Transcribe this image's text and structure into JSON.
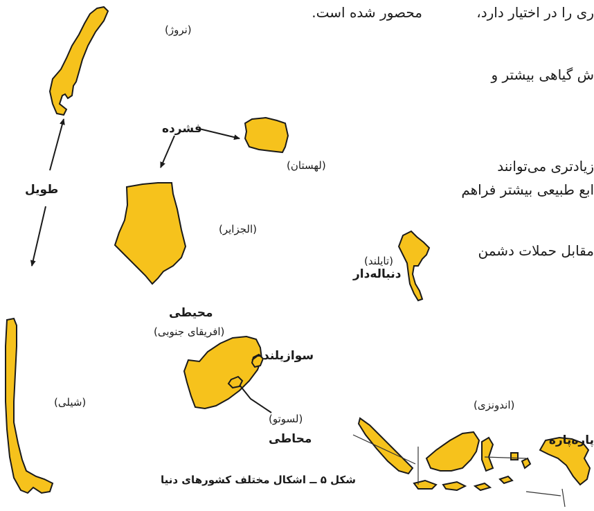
{
  "text_lines": [
    "محصور شده است.",
    "ری را در اختیار دارد،",
    "ش گیاهی بیشتر و",
    "زیادتری می‌توانند",
    "ابع طبیعی بیشتر فراهم",
    "مقابل حملات دشمن"
  ],
  "labels": {
    "norway": "(نروژ)",
    "poland": "(لهستان)",
    "algeria": "(الجزایر)",
    "thailand": "(تایلند)",
    "south_africa": "(افریقای جنوبی)",
    "lesotho": "(لسوتو)",
    "chile": "(شیلی)",
    "indonesia": "(اندونزی)"
  },
  "shape_types": {
    "compact": "فشرده",
    "elongated": "طویل",
    "prorupt": "دنباله‌دار",
    "perforated": "محیطی",
    "enclave_country": "سوازیلند",
    "enclave": "محاطی",
    "fragmented": "پاره‌پاره"
  },
  "caption": "شکل ۵ ــ اشکال مختلف کشورهای دنیا",
  "colors": {
    "land": "#f6c21c",
    "outline": "#1a1a1a",
    "text": "#1a1a1a"
  }
}
